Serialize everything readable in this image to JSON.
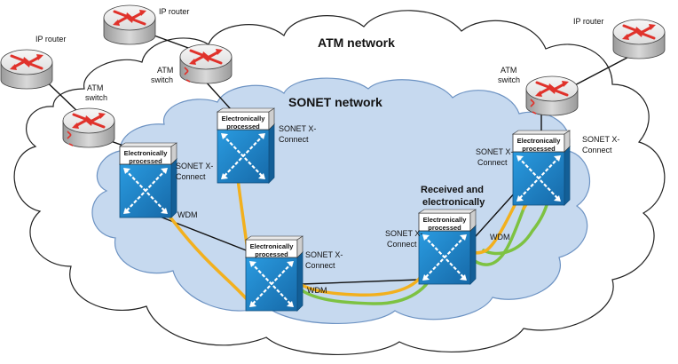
{
  "labels": {
    "atm_network": "ATM network",
    "sonet_network": "SONET network",
    "ip_router": "IP router",
    "atm": "ATM",
    "switch": "switch",
    "sonet_x": "SONET X-",
    "connect": "Connect",
    "wdm": "WDM",
    "electronically": "Electronically",
    "processed": "processed",
    "received_and": "Received and",
    "electronically_line": "electronically"
  },
  "colors": {
    "cloud_fill": "#ffffff",
    "cloud_stroke": "#222222",
    "sonet_fill": "#c6d9ef",
    "sonet_stroke": "#6d93c3",
    "xconnect_fill": "#1f86c8",
    "xconnect_dark": "#135f97",
    "router_top": "#ececec",
    "router_side": "#bfbfbf",
    "router_arrow": "#e0322b",
    "orange_path": "#f2b01e",
    "green_path": "#7dc242",
    "link": "#111111"
  },
  "icons": [
    "ip-router-icon",
    "atm-switch-icon",
    "sonet-xconnect-icon"
  ]
}
